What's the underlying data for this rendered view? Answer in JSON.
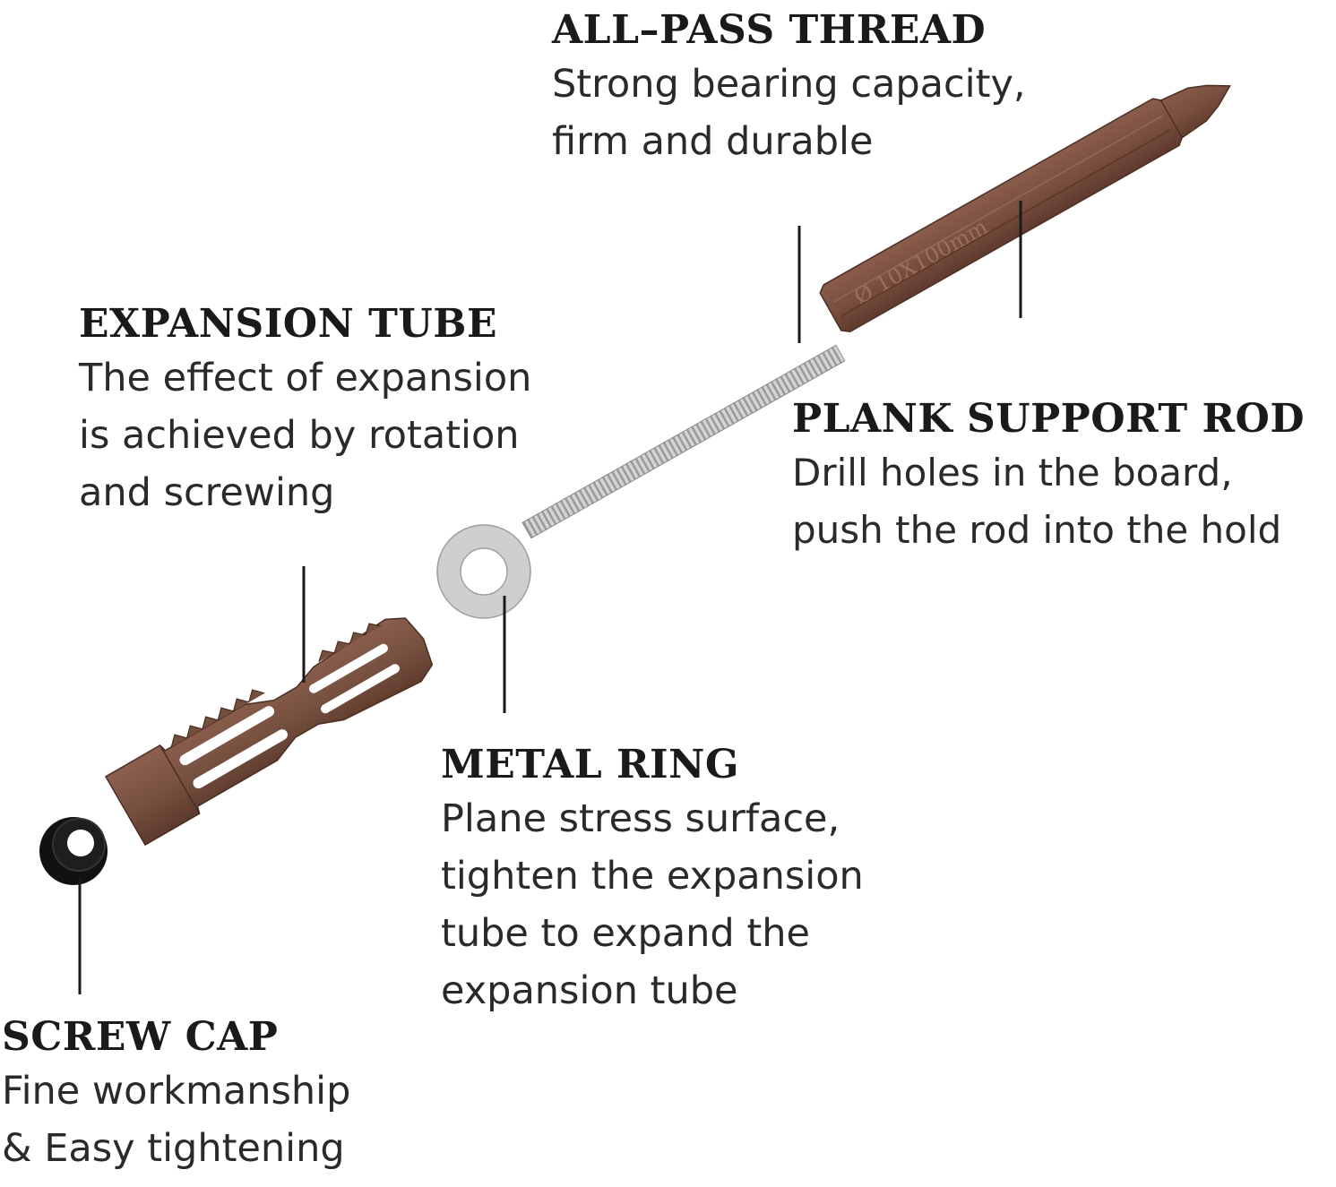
{
  "colors": {
    "rod_brown": "#7a4f40",
    "rod_brown_dark": "#5e3a2d",
    "thread_silver": "#c9c9c9",
    "ring_silver": "#d9d9d9",
    "cap_black": "#111111",
    "leader_line": "#1a1a1a",
    "text": "#1a1a1a"
  },
  "rod_marking": "Ø 10X100mm",
  "parts": {
    "all_pass_thread": {
      "title": "ALL–PASS THREAD",
      "lines": [
        "Strong bearing capacity,",
        "firm and durable"
      ]
    },
    "expansion_tube": {
      "title": "EXPANSION TUBE",
      "lines": [
        "The effect of expansion",
        "is achieved by rotation",
        "and screwing"
      ]
    },
    "plank_support_rod": {
      "title": "PLANK SUPPORT ROD",
      "lines": [
        "Drill holes in the board,",
        "push the rod into the hold"
      ]
    },
    "metal_ring": {
      "title": "METAL RING",
      "lines": [
        "Plane stress surface,",
        "tighten the expansion",
        "tube to expand the",
        "expansion tube"
      ]
    },
    "screw_cap": {
      "title": "SCREW CAP",
      "lines": [
        "Fine workmanship",
        "& Easy tightening"
      ]
    }
  }
}
